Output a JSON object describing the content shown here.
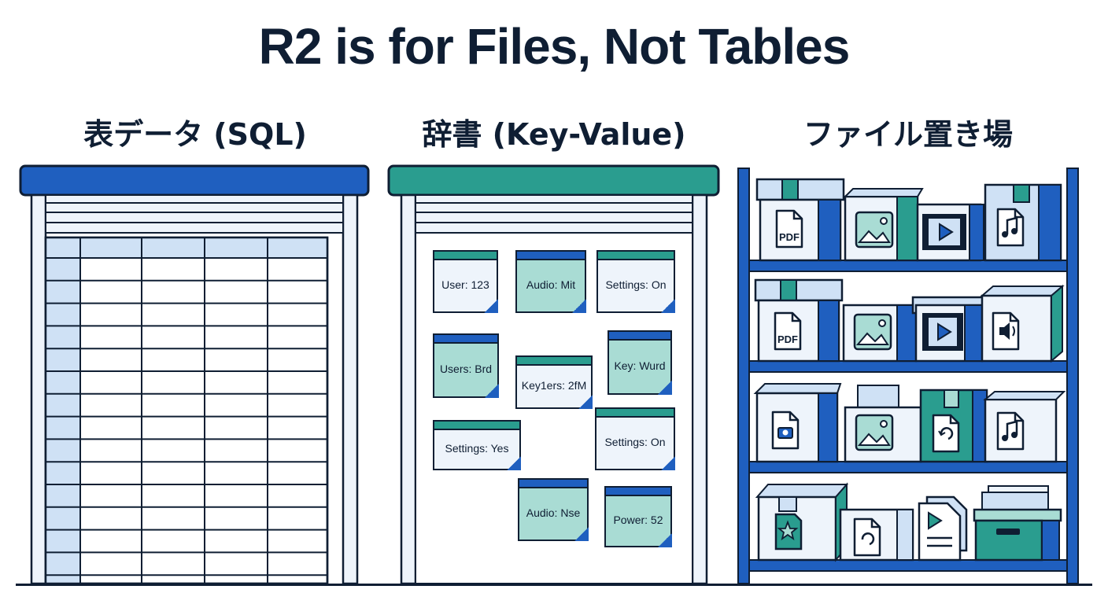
{
  "title": "R2 is for Files, Not Tables",
  "columns": {
    "sql": {
      "heading": "表データ (SQL)"
    },
    "kv": {
      "heading": "辞書 (Key-Value)"
    },
    "files": {
      "heading": "ファイル置き場"
    }
  },
  "notes": [
    {
      "text": "User: 123",
      "style": "light",
      "strip": "green"
    },
    {
      "text": "Audio: Mit",
      "style": "teal",
      "strip": "blue"
    },
    {
      "text": "Settings: On",
      "style": "light",
      "strip": "green"
    },
    {
      "text": "Users: Brd",
      "style": "teal",
      "strip": "blue"
    },
    {
      "text": "Key: Wurd",
      "style": "teal",
      "strip": "blue"
    },
    {
      "text": "Key1ers: 2fM",
      "style": "light",
      "strip": "green"
    },
    {
      "text": "Settings: Yes",
      "style": "light",
      "strip": "green"
    },
    {
      "text": "Settings: On",
      "style": "light",
      "strip": "green"
    },
    {
      "text": "Audio: Nse",
      "style": "teal",
      "strip": "blue"
    },
    {
      "text": "Power: 52",
      "style": "teal",
      "strip": "blue"
    }
  ],
  "file_labels": {
    "pdf1": "PDF",
    "pdf2": "PDF"
  },
  "colors": {
    "navy": "#0f1e33",
    "blue": "#1f5fbf",
    "teal": "#2a9d8f",
    "light_blue": "#cfe1f5",
    "pale": "#eef4fb",
    "mint": "#a9dcd4"
  },
  "icons": [
    "pdf-icon",
    "image-icon",
    "video-icon",
    "music-icon",
    "audio-icon",
    "camera-icon",
    "sync-icon",
    "star-icon",
    "document-icon",
    "archive-box-icon"
  ]
}
